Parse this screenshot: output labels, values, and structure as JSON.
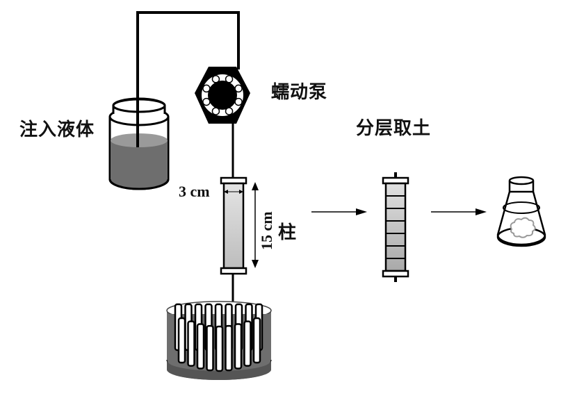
{
  "diagram": {
    "title": "",
    "labels": {
      "inject_liquid": "注入液体",
      "peristaltic_pump": "蠕动泵",
      "column": "柱",
      "column_width": "3 cm",
      "column_height": "15 cm",
      "layered_sampling": "分层取土"
    },
    "steps": [
      {
        "name": "reservoir",
        "label": "注入液体"
      },
      {
        "name": "pump",
        "label": "蠕动泵"
      },
      {
        "name": "soil-column",
        "label": "柱"
      },
      {
        "name": "sectioned-column",
        "label": "分层取土"
      },
      {
        "name": "flask",
        "label": ""
      }
    ],
    "column_dimensions": {
      "width_cm": 3,
      "height_cm": 15
    },
    "sectioned_column_layers": 7,
    "pump_rollers": 8,
    "collector_tubes": 18,
    "colors": {
      "line": "#000000",
      "liquid": "#6e6e6e",
      "liquid_top": "#9a9a9a",
      "column_fill": "#cfcfcf",
      "cloud": "#9a9a9a"
    }
  }
}
